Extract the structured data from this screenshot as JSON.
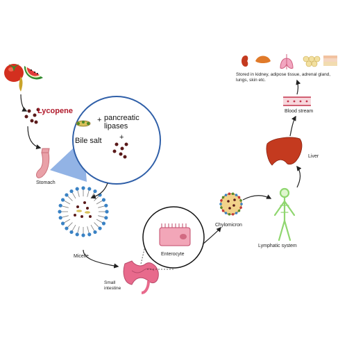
{
  "labels": {
    "lycopene": "Lycopene",
    "stomach": "Stomach",
    "pancreatic_lipases": "pancreatic\nlipases",
    "bile_salt": "Bile salt",
    "plus": "+",
    "micelle": "Micelle",
    "small_intestine": "Small\nintestine",
    "enterocyte": "Enterocyte",
    "chylomicron": "Chylomicron",
    "lymphatic_system": "Lymphatic system",
    "liver": "Liver",
    "blood_stream": "Blood stream",
    "stored_in": "Stored in kidney, adipose tissue, adrenal gland,\nlungs, skin etc."
  },
  "colors": {
    "lycopene_red": "#b0182a",
    "arrow": "#222222",
    "magnifier_blue": "#2f5fa8",
    "cone_blue": "#7fa6e0",
    "stomach_pink": "#e9a1a8",
    "liver_red": "#c43a1f",
    "intestine_pink": "#e86a8c",
    "lymph_green": "#8fd66f"
  }
}
